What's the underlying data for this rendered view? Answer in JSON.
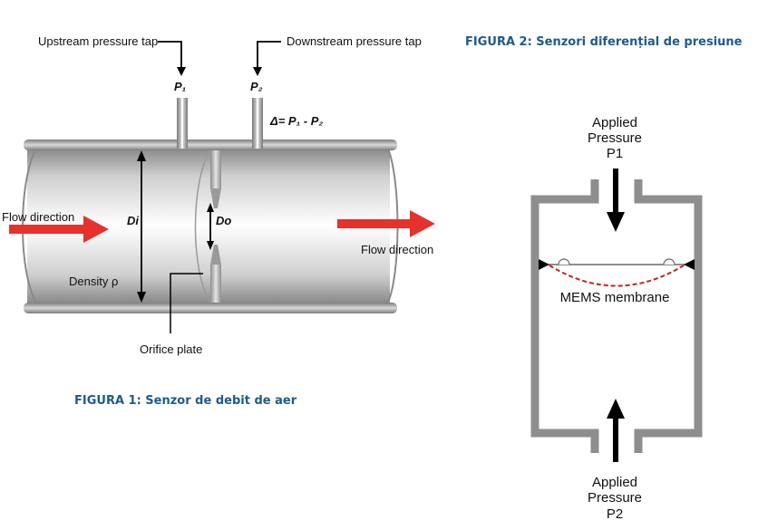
{
  "figure1": {
    "caption": "FIGURA 1: Senzor de debit de aer",
    "upstream_label": "Upstream pressure tap",
    "downstream_label": "Downstream pressure tap",
    "p1_label": "P₁",
    "p2_label": "P₂",
    "delta_label": "Δ= P₁ - P₂",
    "flow_direction_left": "Flow direction",
    "flow_direction_right": "Flow direction",
    "di_label": "Di",
    "do_label": "Do",
    "density_label": "Density ρ",
    "orifice_label": "Orifice plate",
    "colors": {
      "arrow": "#e5322d",
      "pipe": "#9a9a9a"
    }
  },
  "figure2": {
    "caption": "FIGURA 2: Senzori diferențial de presiune",
    "top_applied": "Applied",
    "top_pressure": "Pressure",
    "top_p": "P1",
    "bottom_applied": "Applied",
    "bottom_pressure": "Pressure",
    "bottom_p": "P2",
    "membrane_label": "MEMS membrane",
    "colors": {
      "housing": "#8e8e8e",
      "membrane_deflection": "#c62020"
    }
  }
}
